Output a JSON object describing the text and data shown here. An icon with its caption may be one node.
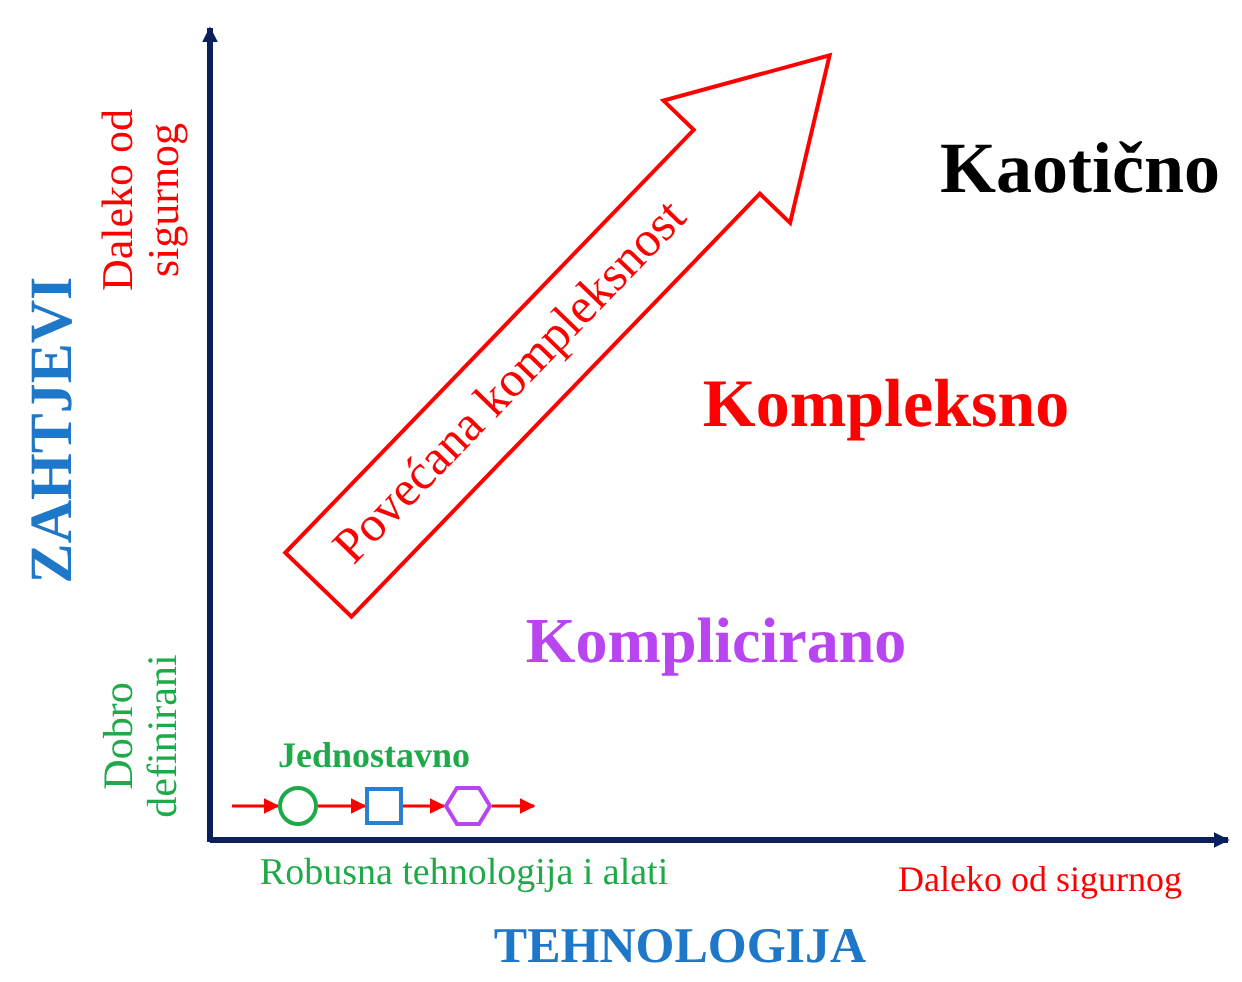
{
  "diagram": {
    "nodes": [
      {
        "text": [
          "Povećana kompleksnost"
        ]
      },
      {
        "text": [],
        "shape": "circle"
      },
      {
        "text": [],
        "shape": "box"
      },
      {
        "text": [],
        "shape": "hexagon"
      }
    ],
    "edges": [
      {
        "from": null,
        "to": 1,
        "arrow": "to"
      },
      {
        "from": 1,
        "to": 2,
        "arrow": "to"
      },
      {
        "from": 2,
        "to": 3,
        "arrow": "to"
      },
      {
        "from": 3,
        "to": null,
        "arrow": "to"
      }
    ],
    "labels": [
      "Daleko od sigurnog",
      "ZAHTJEVI",
      "Dobro definirani",
      "Kaotično",
      "Kompleksno",
      "Komplicirano",
      "Jednostavno",
      "Robusna tehnologija i alati",
      "Daleko od sigurnog",
      "TEHNOLOGIJA"
    ]
  }
}
